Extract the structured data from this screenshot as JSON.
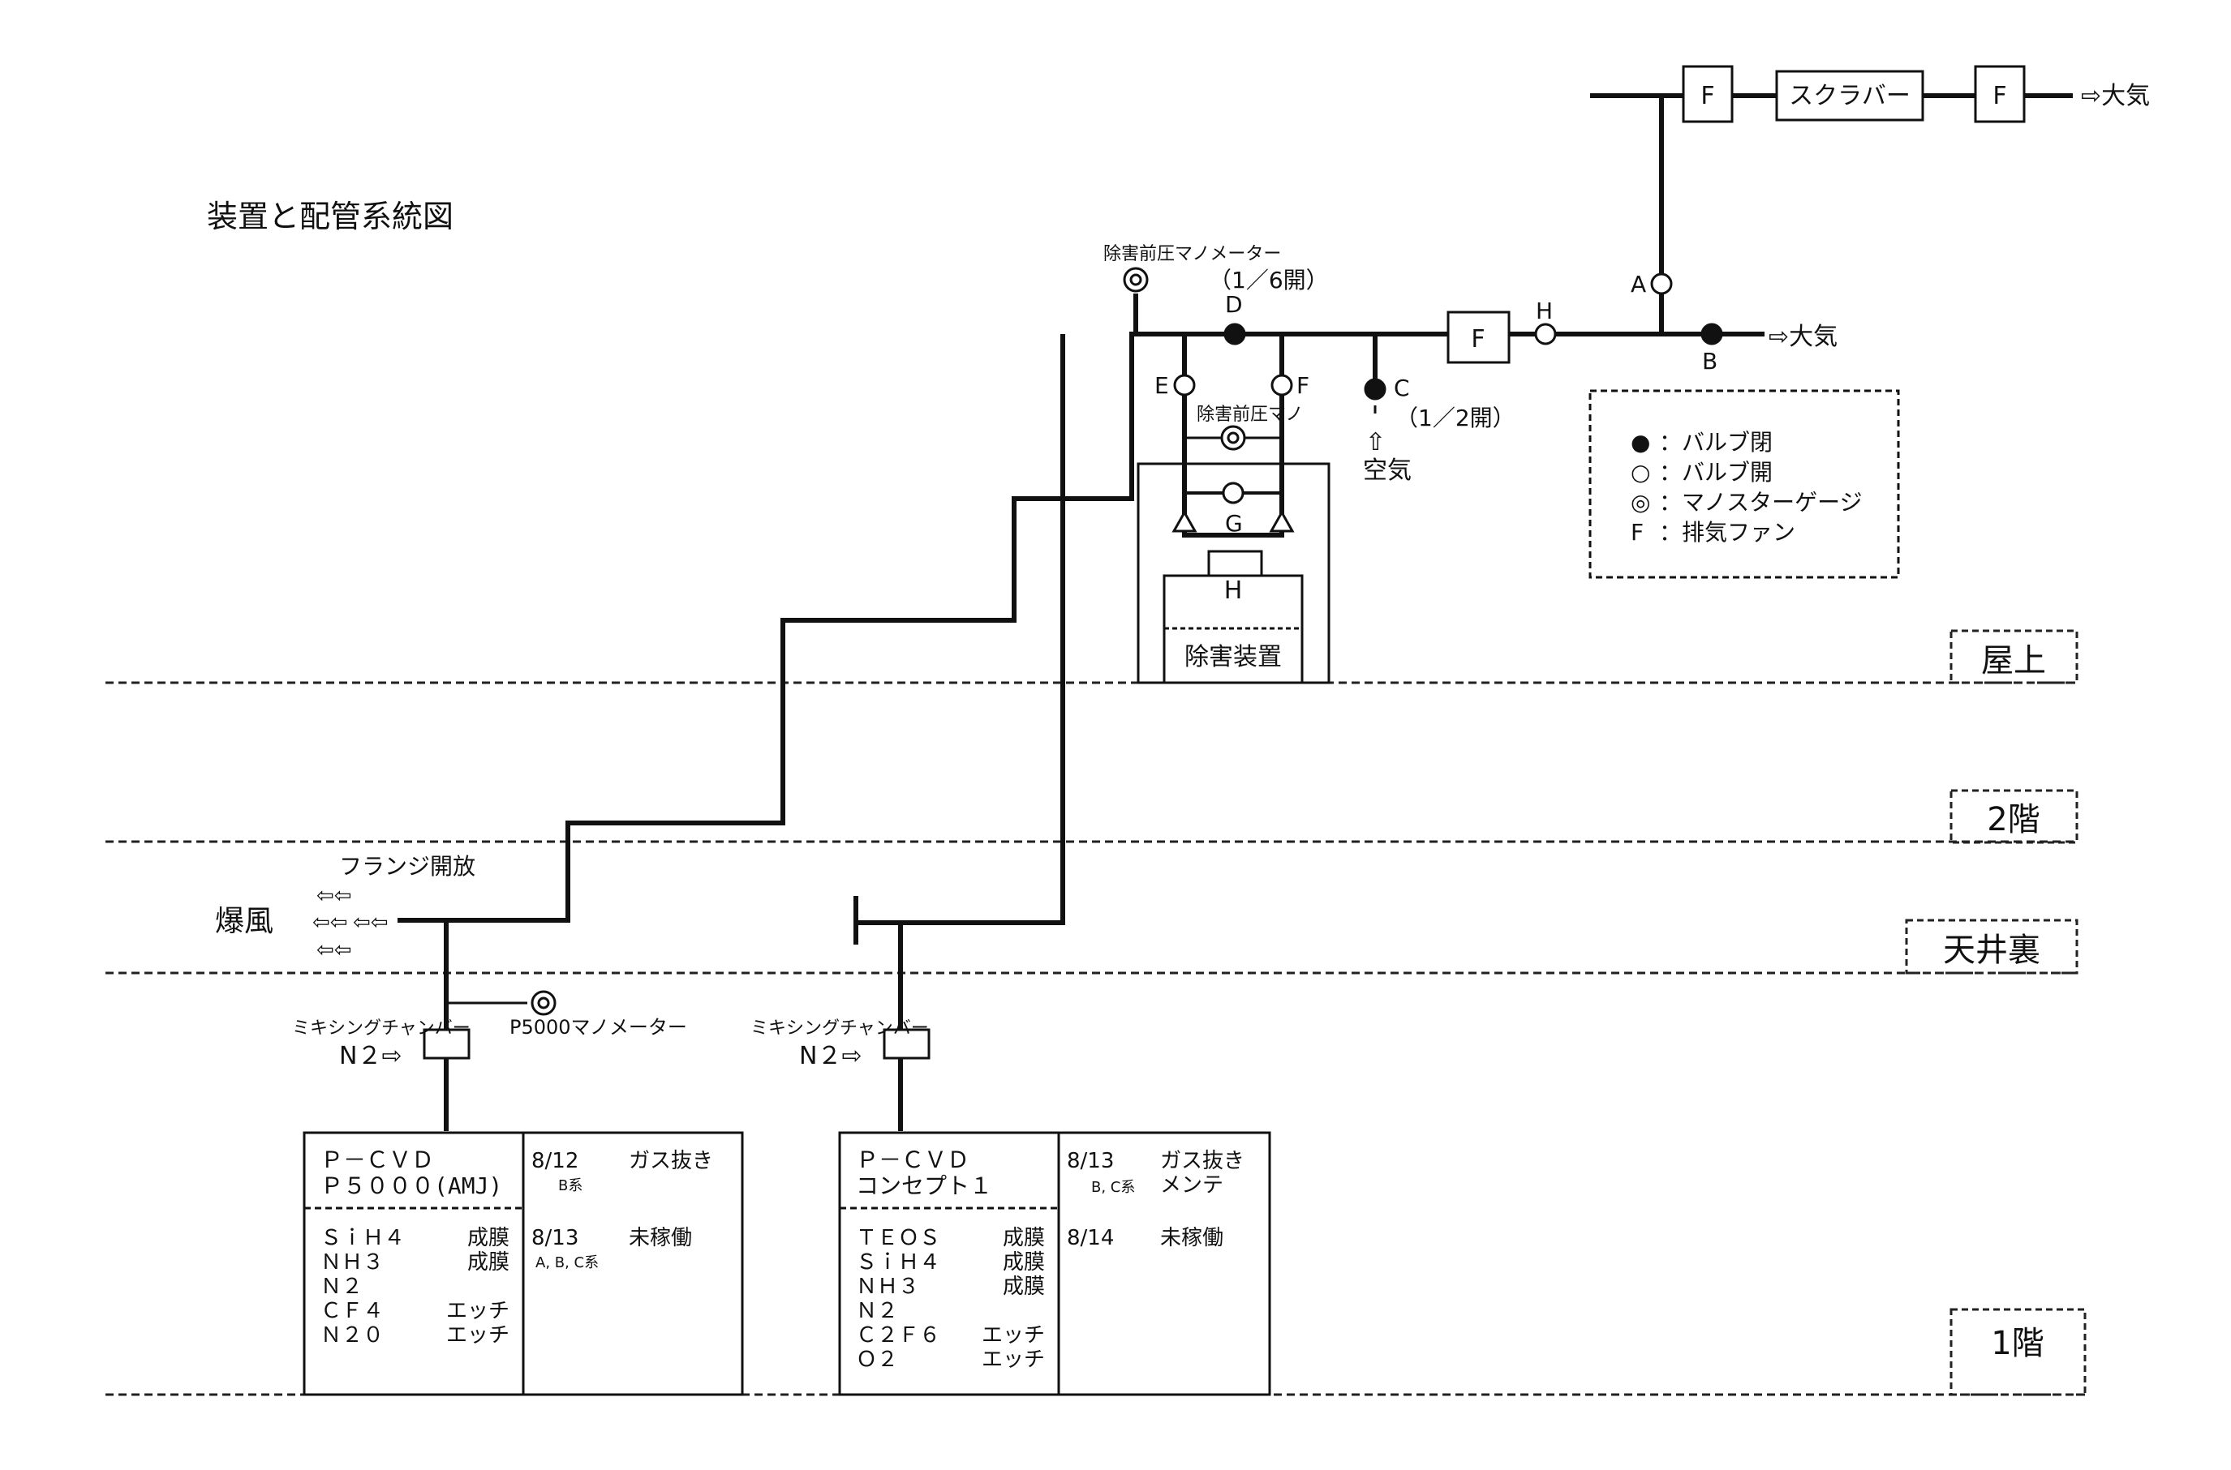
{
  "title": "装置と配管系統図",
  "floors": {
    "roof": "屋上",
    "second": "2階",
    "ceiling": "天井裏",
    "first": "1階"
  },
  "exhaust": {
    "scrubber": "スクラバー",
    "fan": "F",
    "to_atm": "⇨大気"
  },
  "valves": {
    "A": "A",
    "B": "B",
    "C": "C",
    "D": "D",
    "E": "E",
    "F": "F",
    "G": "G",
    "H": "H",
    "d_note": "（1／6開）",
    "c_note": "（1／2開）",
    "up_arrow": "⇧",
    "air": "空気"
  },
  "gauges": {
    "top_manometer": "除害前圧マノメーター",
    "mid_manometer": "除害前圧マノ",
    "p5000_manometer": "P5000マノメーター"
  },
  "abatement": {
    "label": "除害装置",
    "heater": "H"
  },
  "explosion": {
    "flange": "フランジ開放",
    "blast": "爆風",
    "arrows": "⇦⇦"
  },
  "legend": {
    "items": [
      {
        "symbol": "●",
        "text": "：バルブ閉"
      },
      {
        "symbol": "○",
        "text": "：バルブ開"
      },
      {
        "symbol": "◎",
        "text": "：マノスターゲージ"
      },
      {
        "symbol": "F",
        "text": "：排気ファン"
      }
    ]
  },
  "mixing": {
    "label": "ミキシングチャンバー",
    "n2": "N２⇨"
  },
  "machines": [
    {
      "name1": "Ｐ－ＣＶＤ",
      "name2": "Ｐ５０００(AMJ)",
      "gases": [
        {
          "gas": "ＳｉＨ４",
          "use": "成膜"
        },
        {
          "gas": "ＮＨ３",
          "use": "成膜"
        },
        {
          "gas": "Ｎ２",
          "use": ""
        },
        {
          "gas": "ＣＦ４",
          "use": "エッチ"
        },
        {
          "gas": "Ｎ２０",
          "use": "エッチ"
        }
      ],
      "log": [
        {
          "date": "8/12",
          "text": "ガス抜き",
          "sub": "B系"
        },
        {
          "date": "8/13",
          "text": "未稼働",
          "sub": "A, B, C系"
        }
      ]
    },
    {
      "name1": "Ｐ－ＣＶＤ",
      "name2": "コンセプト１",
      "gases": [
        {
          "gas": "ＴＥＯＳ",
          "use": "成膜"
        },
        {
          "gas": "ＳｉＨ４",
          "use": "成膜"
        },
        {
          "gas": "ＮＨ３",
          "use": "成膜"
        },
        {
          "gas": "Ｎ２",
          "use": ""
        },
        {
          "gas": "Ｃ２Ｆ６",
          "use": "エッチ"
        },
        {
          "gas": "Ｏ２",
          "use": "エッチ"
        }
      ],
      "log": [
        {
          "date": "8/13",
          "text": "ガス抜き",
          "sub": "B, C系"
        },
        {
          "date": "",
          "text": "メンテ",
          "sub": ""
        },
        {
          "date": "8/14",
          "text": "未稼働",
          "sub": ""
        }
      ]
    }
  ]
}
